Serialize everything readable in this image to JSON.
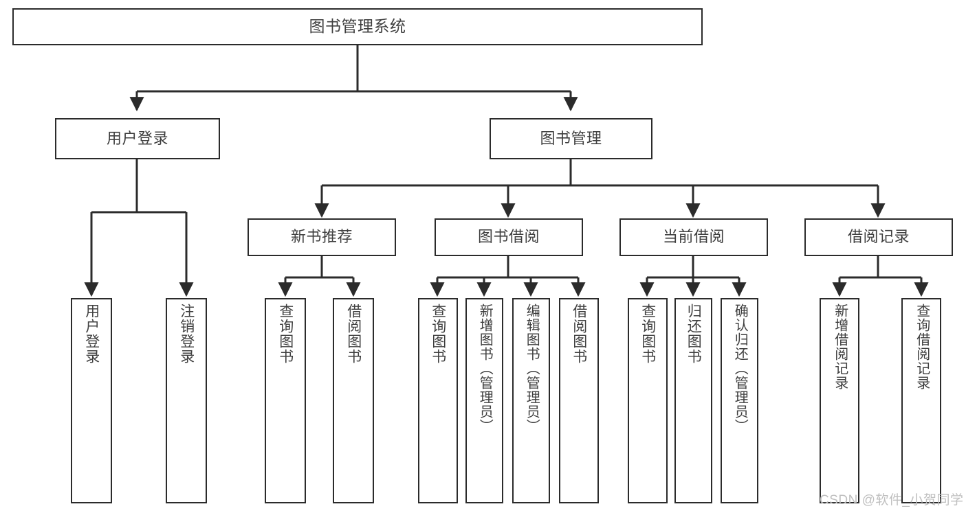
{
  "diagram": {
    "type": "tree",
    "title": "图书管理系统",
    "watermark": "CSDN @软件_小贺同学",
    "colors": {
      "border": "#2b2b2b",
      "text": "#3f3f3f",
      "background": "#ffffff",
      "edge": "#2b2b2b",
      "watermark": "#bfbfbf"
    },
    "root": {
      "label": "图书管理系统"
    },
    "level2": [
      {
        "label": "用户登录"
      },
      {
        "label": "图书管理"
      }
    ],
    "level3": [
      {
        "label": "新书推荐"
      },
      {
        "label": "图书借阅"
      },
      {
        "label": "当前借阅"
      },
      {
        "label": "借阅记录"
      }
    ],
    "leaves": {
      "user_login": [
        {
          "label": "用户登录"
        },
        {
          "label": "注销登录"
        }
      ],
      "new_book_recommend": [
        {
          "label": "查询图书"
        },
        {
          "label": "借阅图书"
        }
      ],
      "book_borrow": [
        {
          "label": "查询图书"
        },
        {
          "label": "新增图书（管理员）"
        },
        {
          "label": "编辑图书（管理员）"
        },
        {
          "label": "借阅图书"
        }
      ],
      "current_borrow": [
        {
          "label": "查询图书"
        },
        {
          "label": "归还图书"
        },
        {
          "label": "确认归还（管理员）"
        }
      ],
      "borrow_record": [
        {
          "label": "新增借阅记录"
        },
        {
          "label": "查询借阅记录"
        }
      ]
    }
  }
}
